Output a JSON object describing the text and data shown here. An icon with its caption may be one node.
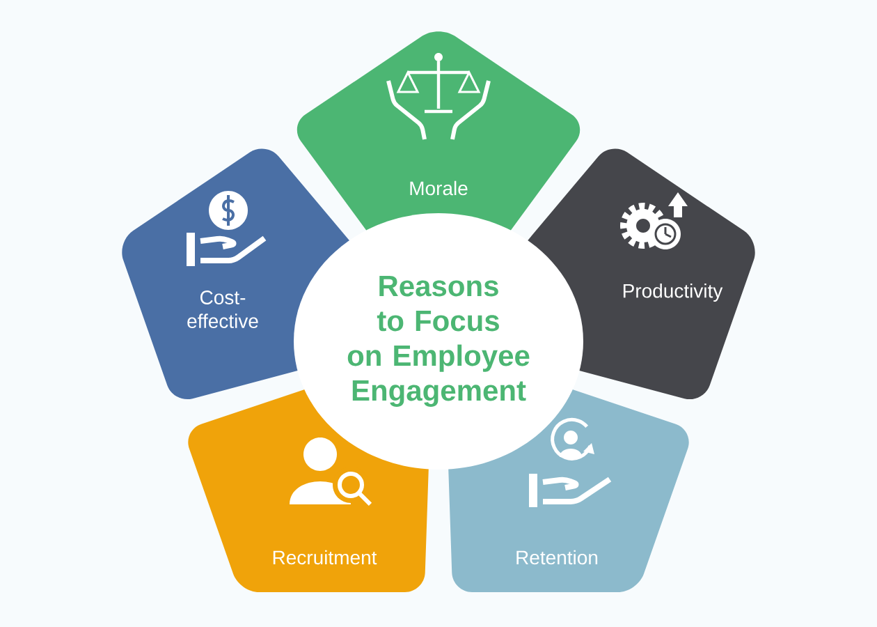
{
  "diagram": {
    "nodes": [
      {
        "text": [
          "Reasons to Focus on Employee Engagement"
        ]
      },
      {
        "text": [
          "Morale"
        ]
      },
      {
        "text": [
          "Productivity"
        ]
      },
      {
        "text": [
          "Retention"
        ]
      },
      {
        "text": [
          "Recruitment"
        ]
      },
      {
        "text": [
          "Cost-effective"
        ]
      }
    ]
  }
}
